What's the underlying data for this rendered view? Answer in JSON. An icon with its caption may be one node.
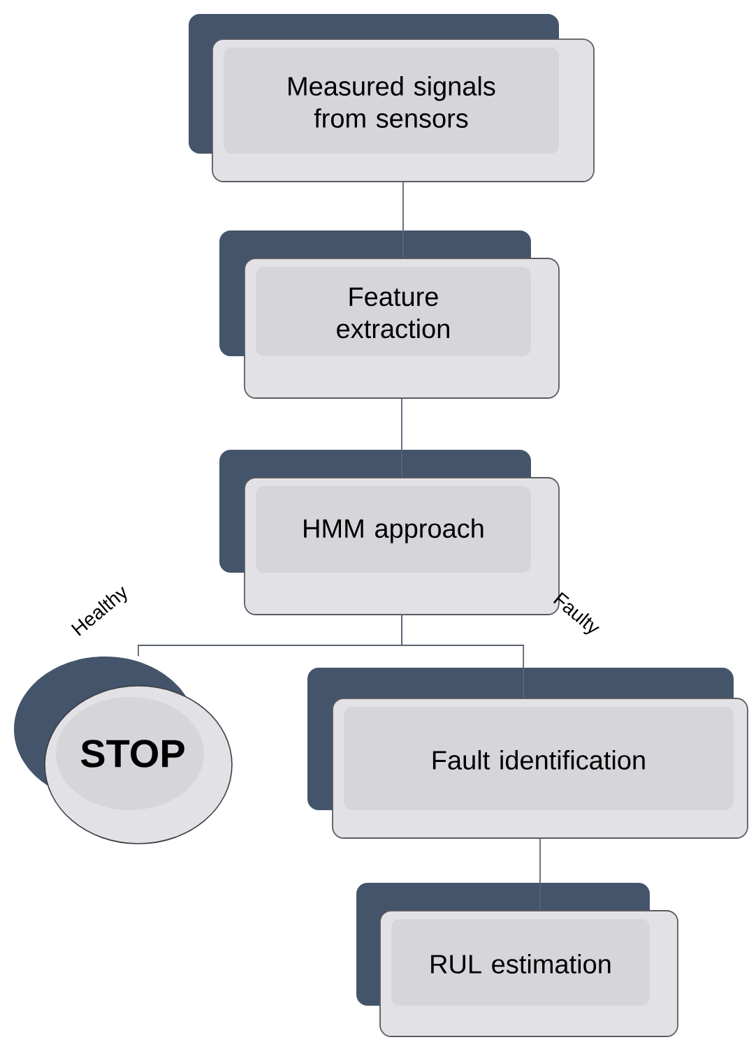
{
  "diagram": {
    "nodes": [
      {
        "text": [
          "Measured signals from sensors"
        ]
      },
      {
        "text": [
          "Feature extraction"
        ]
      },
      {
        "text": [
          "HMM approach"
        ]
      },
      {
        "text": [
          "STOP"
        ]
      },
      {
        "text": [
          "Fault identification"
        ]
      },
      {
        "text": [
          "RUL estimation"
        ]
      }
    ],
    "edges": [
      {
        "from": 0,
        "to": 1,
        "arrow": "none"
      },
      {
        "from": 1,
        "to": 2,
        "arrow": "none"
      },
      {
        "from": 2,
        "to": 3,
        "arrow": "none",
        "label": "Healthy"
      },
      {
        "from": 2,
        "to": 4,
        "arrow": "none",
        "label": "Faulty"
      },
      {
        "from": 4,
        "to": 5,
        "arrow": "none"
      }
    ]
  }
}
